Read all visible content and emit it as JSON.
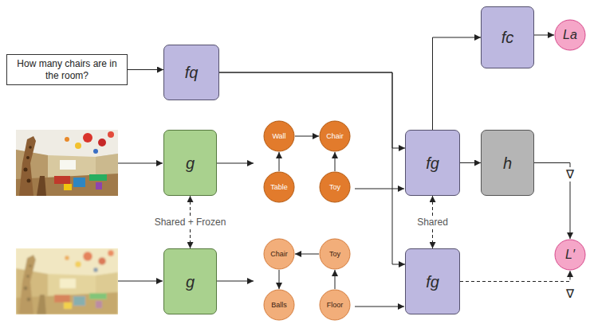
{
  "diagram": {
    "nodes": [
      {
        "text": [
          "How many chairs are in the room?"
        ]
      },
      {
        "text": [
          "fq"
        ]
      },
      {
        "text": [
          "fc"
        ]
      },
      {
        "text": [
          "La"
        ]
      },
      {
        "text": [
          "g"
        ]
      },
      {
        "text": [
          "Wall"
        ]
      },
      {
        "text": [
          "Chair"
        ]
      },
      {
        "text": [
          "Table"
        ]
      },
      {
        "text": [
          "Toy"
        ]
      },
      {
        "text": [
          "fg"
        ]
      },
      {
        "text": [
          "h"
        ]
      },
      {
        "text": [
          "L′"
        ]
      },
      {
        "text": [
          "g"
        ]
      },
      {
        "text": [
          "Chair"
        ]
      },
      {
        "text": [
          "Toy"
        ]
      },
      {
        "text": [
          "Balls"
        ]
      },
      {
        "text": [
          "Floor"
        ]
      },
      {
        "text": [
          "fg"
        ]
      }
    ],
    "edges": [
      {
        "from": 0,
        "to": 1,
        "arrow": "to"
      },
      {
        "from": 1,
        "to": 9,
        "arrow": "to"
      },
      {
        "from": 1,
        "to": 17,
        "arrow": "to"
      },
      {
        "from": 9,
        "to": 2,
        "arrow": "to"
      },
      {
        "from": 2,
        "to": 3,
        "arrow": "to"
      },
      {
        "from": 5,
        "to": 6,
        "arrow": "to"
      },
      {
        "from": 7,
        "to": 5,
        "arrow": "to"
      },
      {
        "from": 8,
        "to": 6,
        "arrow": "to"
      },
      {
        "from": 9,
        "to": 10,
        "arrow": "to"
      },
      {
        "from": 10,
        "to": 11,
        "arrow": "to",
        "label": "∇"
      },
      {
        "from": 4,
        "to": 12,
        "arrow": "both",
        "label": "Shared + Frozen"
      },
      {
        "from": 9,
        "to": 17,
        "arrow": "both",
        "label": "Shared"
      },
      {
        "from": 14,
        "to": 13,
        "arrow": "to"
      },
      {
        "from": 13,
        "to": 15,
        "arrow": "to"
      },
      {
        "from": 16,
        "to": 14,
        "arrow": "to"
      },
      {
        "from": 17,
        "to": 11,
        "arrow": "to",
        "label": "∇"
      }
    ]
  }
}
